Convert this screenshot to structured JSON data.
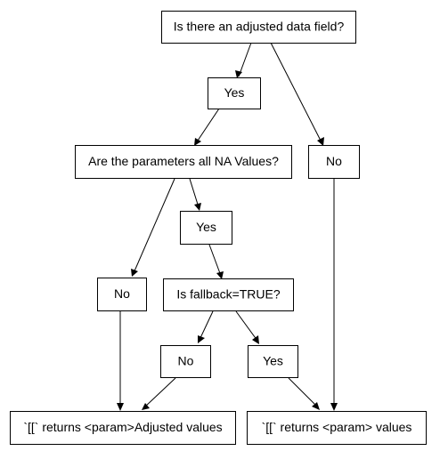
{
  "nodes": {
    "q_adjusted": "Is there an adjusted data field?",
    "yes_adjusted": "Yes",
    "no_adjusted": "No",
    "q_all_na": "Are the parameters all NA Values?",
    "yes_all_na": "Yes",
    "no_all_na": "No",
    "q_fallback": "Is fallback=TRUE?",
    "no_fallback": "No",
    "yes_fallback": "Yes",
    "out_adjusted": "`[[` returns <param>Adjusted values",
    "out_values": "`[[` returns <param> values"
  },
  "colors": {
    "stroke": "#000000",
    "background": "#ffffff"
  }
}
